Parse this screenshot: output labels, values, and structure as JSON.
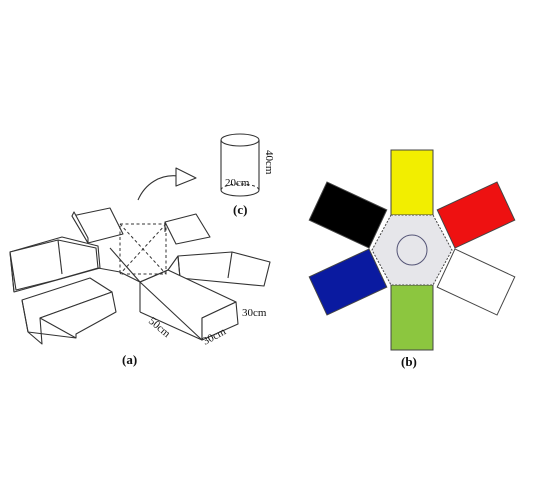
{
  "panel_a": {
    "label": "(a)",
    "dim_arm_length": "50cm",
    "dim_arm_width": "30cm",
    "dim_wall_height": "30cm"
  },
  "panel_c": {
    "label": "(c)",
    "dim_diameter": "20cm",
    "dim_height": "40cm"
  },
  "panel_b": {
    "label": "(b)",
    "arm_colors": {
      "top": "#f2ee00",
      "upper_right": "#ee1111",
      "lower_right": "#ffffff",
      "bottom": "#8cc63f",
      "lower_left": "#0a1aa0",
      "upper_left": "#000000"
    },
    "center_color": "#e6e6ea"
  }
}
